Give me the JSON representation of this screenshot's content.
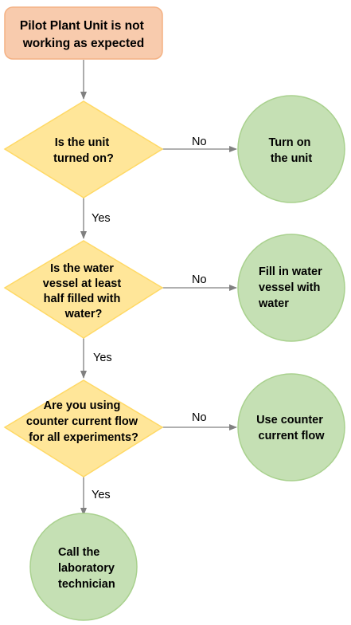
{
  "diagram": {
    "colors": {
      "start_fill": "#f8cbad",
      "start_stroke": "#f4b183",
      "decision_fill": "#ffe699",
      "decision_stroke": "#ffd966",
      "action_fill": "#c5e0b4",
      "action_stroke": "#a9d18e",
      "connector": "#808080"
    },
    "start": {
      "line1": "Pilot Plant Unit is not",
      "line2": "working as expected"
    },
    "decisions": [
      {
        "lines": [
          "Is the unit",
          "turned on?"
        ],
        "no_label": "No",
        "yes_label": "Yes"
      },
      {
        "lines": [
          "Is the water",
          "vessel at least",
          "half filled with",
          "water?"
        ],
        "no_label": "No",
        "yes_label": "Yes"
      },
      {
        "lines": [
          "Are you using",
          "counter current flow",
          "for all experiments?"
        ],
        "no_label": "No",
        "yes_label": "Yes"
      }
    ],
    "actions": [
      {
        "lines": [
          "Turn on",
          "the unit"
        ]
      },
      {
        "lines": [
          "Fill in water",
          "vessel with",
          "water"
        ]
      },
      {
        "lines": [
          "Use counter",
          "current flow"
        ]
      }
    ],
    "end": {
      "lines": [
        "Call the",
        "laboratory",
        "technician"
      ]
    }
  }
}
